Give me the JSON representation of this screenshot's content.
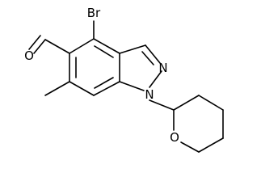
{
  "molecule": {
    "atoms": {
      "bromine": "Br",
      "aldehyde_oxygen": "O",
      "pyrazole_n2": "N",
      "pyrazole_n1": "N",
      "pyran_oxygen": "O"
    }
  },
  "colors": {
    "bond": "#000000",
    "label": "#000000",
    "background": "#ffffff"
  }
}
